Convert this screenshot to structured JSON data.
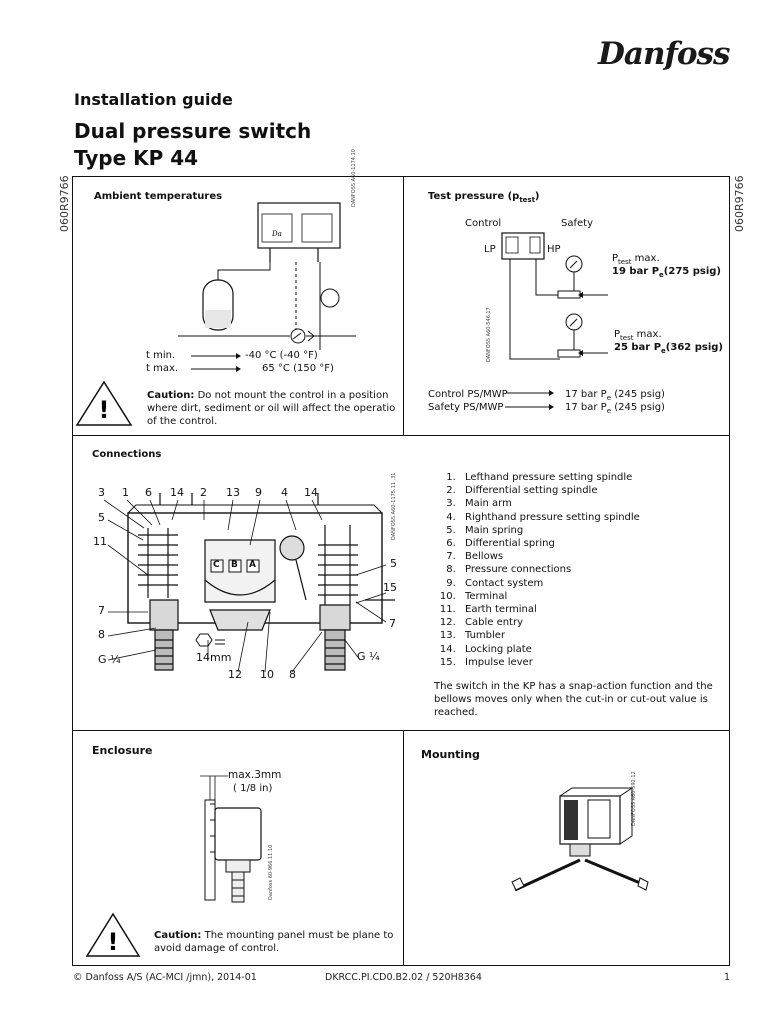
{
  "brand": "Danfoss",
  "header": {
    "subtitle": "Installation guide",
    "title_line1": "Dual pressure switch",
    "title_line2": "Type KP 44",
    "side_code": "060R9766"
  },
  "ambient": {
    "heading": "Ambient temperatures",
    "tmin_label": "t min.",
    "tmin_value": "-40 °C (-40 °F)",
    "tmax_label": "t max.",
    "tmax_value": "65 °C (150 °F)",
    "caution_bold": "Caution:",
    "caution_text": " Do not mount the control in a position where dirt, sediment or oil will affect the operatio of the control.",
    "drawing_code": "DANFOSS A60-1174.10"
  },
  "test_pressure": {
    "heading": "Test pressure (p",
    "heading_sub": "test",
    "heading_end": ")",
    "control_label": "Control",
    "safety_label": "Safety",
    "lp_label": "LP",
    "hp_label": "HP",
    "ptest1_label": "P",
    "ptest1_sub": "test",
    "ptest1_suffix": " max.",
    "ptest1_value": "19 bar P",
    "ptest1_value_sub": "e",
    "ptest1_value_end": "(275 psig)",
    "ptest2_label": "P",
    "ptest2_sub": "test",
    "ptest2_suffix": " max.",
    "ptest2_value": "25 bar P",
    "ptest2_value_sub": "e",
    "ptest2_value_end": "(362 psig)",
    "control_row_label": "Control PS/MWP",
    "control_row_value": "17 bar P",
    "control_row_sub": "e",
    "control_row_end": " (245 psig)",
    "safety_row_label": "Safety PS/MWP",
    "safety_row_value": "17 bar P",
    "safety_row_sub": "e",
    "safety_row_end": " (245 psig)",
    "drawing_code": "DANFOSS A60-546.17"
  },
  "connections": {
    "heading": "Connections",
    "parts": [
      "Lefthand pressure setting spindle",
      "Differential setting spindle",
      "Main arm",
      "Righthand pressure setting spindle",
      "Main spring",
      "Differential spring",
      "Bellows",
      "Pressure connections",
      "Contact system",
      "Terminal",
      "Earth terminal",
      "Cable entry",
      "Tumbler",
      "Locking plate",
      "Impulse lever"
    ],
    "note": "The switch in the KP has a snap-action function and the bellows moves only when the cut-in or cut-out value is reached.",
    "callouts_top": [
      "3",
      "1",
      "6",
      "14",
      "2",
      "13",
      "9",
      "4",
      "14"
    ],
    "callout_5a": "5",
    "callout_11": "11",
    "callout_7a": "7",
    "callout_8a": "8",
    "callout_g1": "G ¼",
    "callout_14mm": "14mm",
    "callout_12": "12",
    "callout_10": "10",
    "callout_8b": "8",
    "callout_g2": "G ¼",
    "callout_7b": "7",
    "callout_5b": "5",
    "callout_15": "15",
    "terminal_c": "C",
    "terminal_b": "B",
    "terminal_a": "A",
    "drawing_code": "DANFOSS A60-1175.11 .31"
  },
  "enclosure": {
    "heading": "Enclosure",
    "max_label": "max.3mm",
    "max_inch": "( 1/8 in)",
    "caution_bold": "Caution:",
    "caution_text": " The mounting panel must be plane to avoid damage of control.",
    "drawing_code": "Danfoss 60-966.11.10"
  },
  "mounting": {
    "heading": "Mounting",
    "drawing_code": "DANFOSS A60-592.12"
  },
  "footer": {
    "left": "© Danfoss A/S (AC-MCI /jmn), 2014-01",
    "center": "DKRCC.PI.CD0.B2.02 / 520H8364",
    "page": "1"
  }
}
